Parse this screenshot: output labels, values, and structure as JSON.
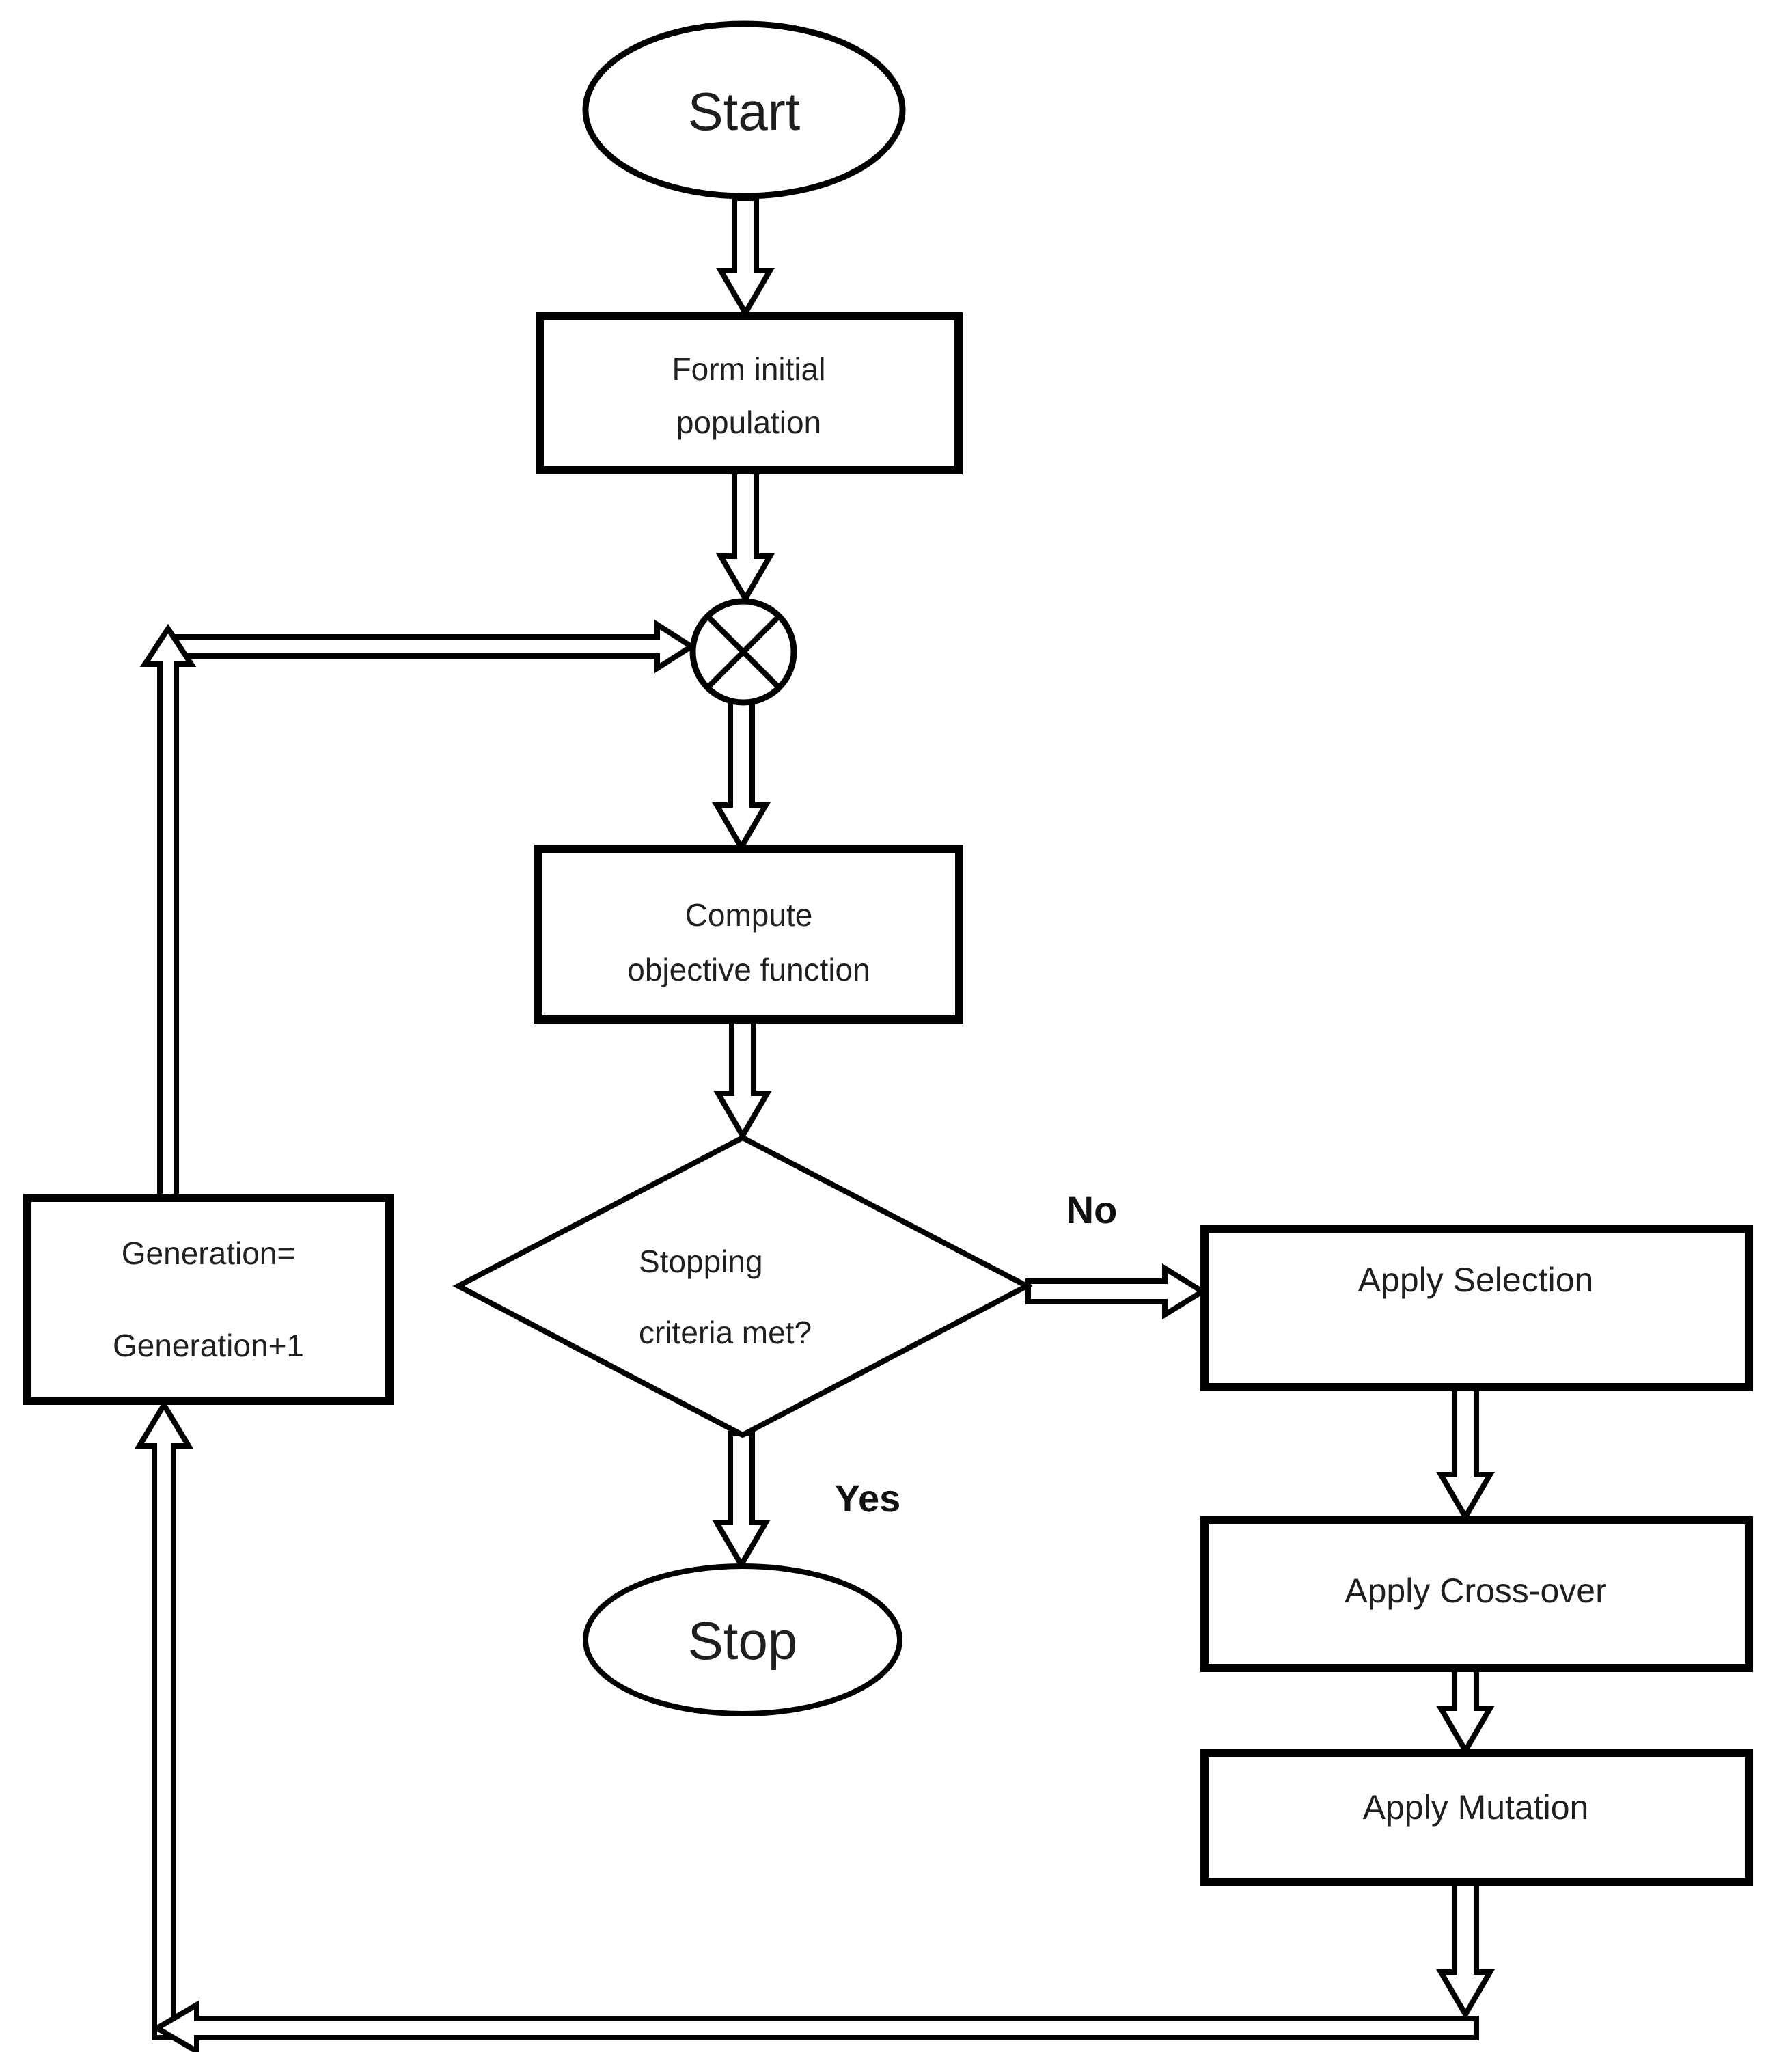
{
  "colors": {
    "line": "#000000",
    "text": "#1f1f1f",
    "background": "#ffffff"
  },
  "icons": {
    "junction": "circle-x-junction"
  },
  "nodes": {
    "start": {
      "label": "Start"
    },
    "form_initial": {
      "line1": "Form initial",
      "line2": "population"
    },
    "compute": {
      "line1": "Compute",
      "line2": "objective function"
    },
    "decision": {
      "line1": "Stopping",
      "line2": "criteria met?"
    },
    "apply_selection": {
      "label": "Apply Selection"
    },
    "apply_crossover": {
      "label": "Apply Cross-over"
    },
    "apply_mutation": {
      "label": "Apply Mutation"
    },
    "generation": {
      "line1": "Generation=",
      "line2": "Generation+1"
    },
    "stop": {
      "label": "Stop"
    }
  },
  "edges": {
    "no_label": "No",
    "yes_label": "Yes"
  }
}
